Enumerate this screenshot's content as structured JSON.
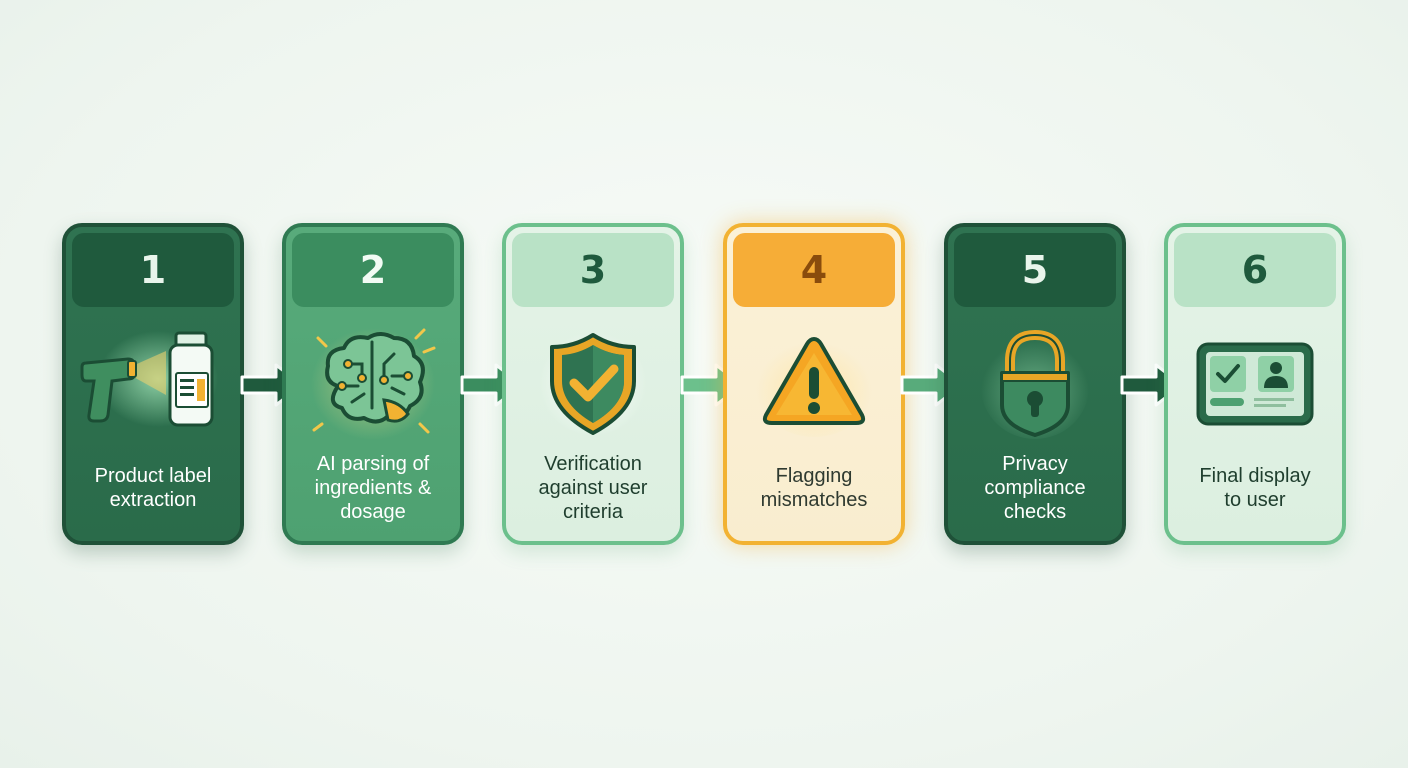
{
  "steps": [
    {
      "number": "1",
      "label_lines": [
        "Product label",
        "extraction"
      ],
      "icon": "barcode-scanner-bottle-icon",
      "style": "dark"
    },
    {
      "number": "2",
      "label_lines": [
        "AI parsing of",
        "ingredients &",
        "dosage"
      ],
      "icon": "brain-circuit-icon",
      "style": "mid"
    },
    {
      "number": "3",
      "label_lines": [
        "Verification",
        "against user",
        "criteria"
      ],
      "icon": "shield-check-icon",
      "style": "light"
    },
    {
      "number": "4",
      "label_lines": [
        "Flagging",
        "mismatches"
      ],
      "icon": "warning-triangle-icon",
      "style": "warn"
    },
    {
      "number": "5",
      "label_lines": [
        "Privacy",
        "compliance",
        "checks"
      ],
      "icon": "padlock-icon",
      "style": "dark"
    },
    {
      "number": "6",
      "label_lines": [
        "Final display",
        "to user"
      ],
      "icon": "tablet-display-icon",
      "style": "light"
    }
  ],
  "colors": {
    "dark_green": "#2a6b4a",
    "mid_green": "#4ea171",
    "light_green": "#dcefe0",
    "warning_orange": "#f6ad37",
    "gold": "#e8a626"
  }
}
